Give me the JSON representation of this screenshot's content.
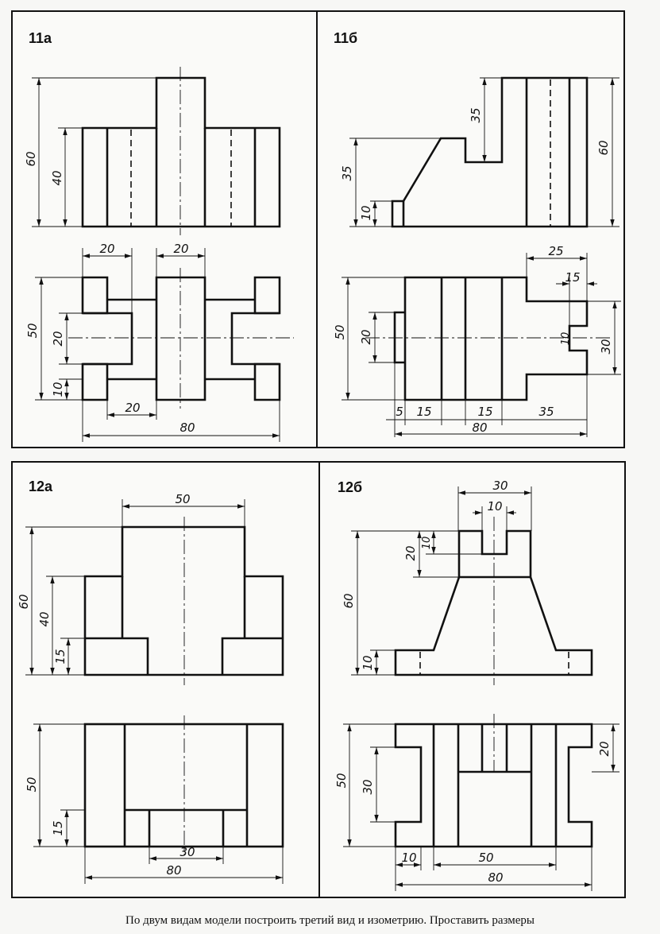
{
  "panels": {
    "p11a": {
      "title": "11а"
    },
    "p11b": {
      "title": "11б"
    },
    "p12a": {
      "title": "12а"
    },
    "p12b": {
      "title": "12б"
    }
  },
  "dims": {
    "p11a": {
      "h60": "60",
      "h40": "40",
      "w20a": "20",
      "w20b": "20",
      "h50": "50",
      "h20": "20",
      "h10": "10",
      "w20c": "20",
      "w80": "80"
    },
    "p11b": {
      "h35a": "35",
      "h35b": "35",
      "h60": "60",
      "h10": "10",
      "w25": "25",
      "w15a": "15",
      "h50": "50",
      "h20": "20",
      "h10b": "10",
      "h30": "30",
      "w5": "5",
      "w15b": "15",
      "w15c": "15",
      "w35": "35",
      "w80": "80"
    },
    "p12a": {
      "w50": "50",
      "h60": "60",
      "h40": "40",
      "h15": "15",
      "h50": "50",
      "h15b": "15",
      "w30": "30",
      "w80": "80"
    },
    "p12b": {
      "w30": "30",
      "w10": "10",
      "h10": "10",
      "h20": "20",
      "h60": "60",
      "h10b": "10",
      "h20b": "20",
      "h50": "50",
      "h30": "30",
      "w10b": "10",
      "w50": "50",
      "w80": "80"
    }
  },
  "footer": {
    "text": "По двум видам модели построить третий вид и изометрию. Проставить размеры"
  }
}
